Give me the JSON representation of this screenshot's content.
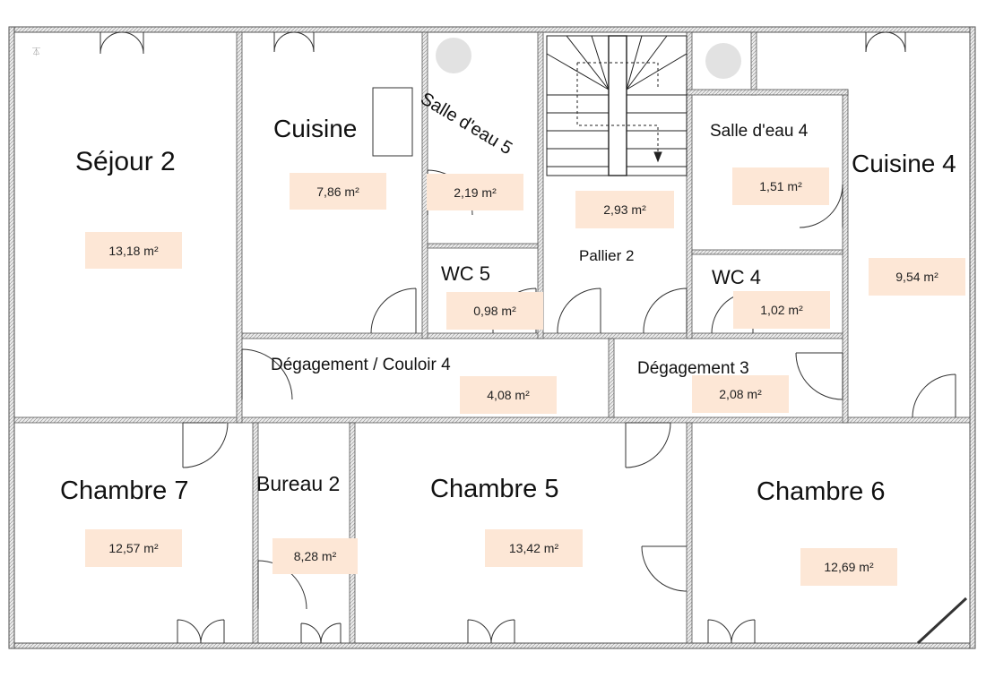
{
  "rooms": [
    {
      "name": "Séjour 2",
      "area": "13,18 m²"
    },
    {
      "name": "Cuisine",
      "area": "7,86 m²"
    },
    {
      "name": "Salle d'eau 5",
      "area": "2,19 m²"
    },
    {
      "name": "Pallier 2",
      "area": "2,93 m²"
    },
    {
      "name": "Salle d'eau 4",
      "area": "1,51 m²"
    },
    {
      "name": "Cuisine 4",
      "area": "9,54 m²"
    },
    {
      "name": "WC 5",
      "area": "0,98 m²"
    },
    {
      "name": "WC 4",
      "area": "1,02 m²"
    },
    {
      "name": "Dégagement / Couloir 4",
      "area": "4,08 m²"
    },
    {
      "name": "Dégagement 3",
      "area": "2,08 m²"
    },
    {
      "name": "Chambre 7",
      "area": "12,57 m²"
    },
    {
      "name": "Bureau 2",
      "area": "8,28 m²"
    },
    {
      "name": "Chambre 5",
      "area": "13,42 m²"
    },
    {
      "name": "Chambre 6",
      "area": "12,69 m²"
    }
  ],
  "colors": {
    "wall": "#555555",
    "wall_fill": "#e6e6e6",
    "area_badge": "#fde7d6",
    "fixture": "#e2e2e2"
  }
}
